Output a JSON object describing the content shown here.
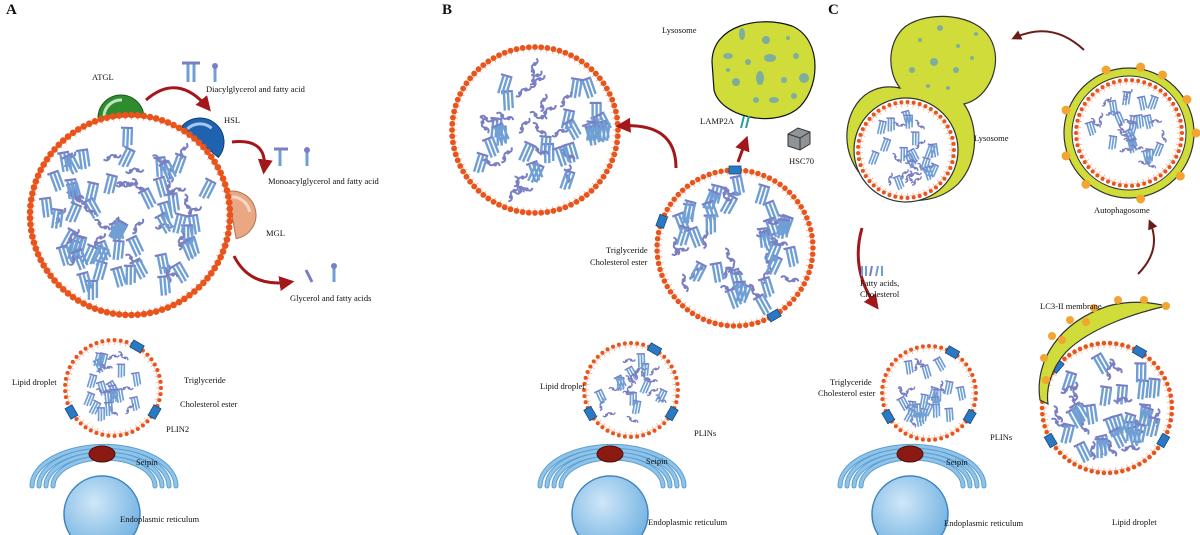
{
  "panels": {
    "a": {
      "letter": "A",
      "labels": {
        "atgl": "ATGL",
        "dag": "Diacylglycerol and fatty acid",
        "hsl": "HSL",
        "mag": "Monoacylglycerol and fatty acid",
        "mgl": "MGL",
        "glycerol": "Glycerol and fatty acids",
        "lipid_droplet": "Lipid droplet",
        "triglyceride": "Triglyceride",
        "cholesterol_ester": "Cholesterol ester",
        "plin2": "PLIN2",
        "seipin": "Seipin",
        "er": "Endoplasmic reticulum"
      }
    },
    "b": {
      "letter": "B",
      "labels": {
        "lysosome": "Lysosome",
        "lamp2a": "LAMP2A",
        "hsc70": "HSC70",
        "triglyceride": "Triglyceride",
        "cholesterol_ester": "Cholesterol ester",
        "lipid_droplet": "Lipid droplet",
        "plins": "PLINs",
        "seipin": "Seipin",
        "er": "Endoplasmic reticulum"
      }
    },
    "c": {
      "letter": "C",
      "labels": {
        "lysosome": "Lysosome",
        "autophagosome": "Autophagosome",
        "fatty_acids_1": "Fatty acids,",
        "fatty_acids_2": "Cholesterol",
        "lc3": "LC3-II membrane",
        "triglyceride": "Triglyceride",
        "cholesterol_ester": "Cholesterol ester",
        "plins": "PLINs",
        "seipin": "Seipin",
        "er": "Endoplasmic reticulum",
        "lipid_droplet": "Lipid droplet"
      }
    }
  },
  "colors": {
    "phospholipid_head": "#e8541c",
    "lysosome_fill": "#cfdc3a",
    "lysosome_spot": "#7fae9c",
    "triglyceride": "#6f9fd4",
    "cholesterol_ester": "#7a7fc4",
    "plin": "#2a79c4",
    "er": "#8fc4ea",
    "seipin": "#8b1a12",
    "arrow": "#a3171b",
    "atgl": "#2e8b2e",
    "hsl": "#1f63b0",
    "mgl": "#e9a883",
    "lc3_bead": "#f2a531",
    "hsc70": "#8e9498"
  }
}
